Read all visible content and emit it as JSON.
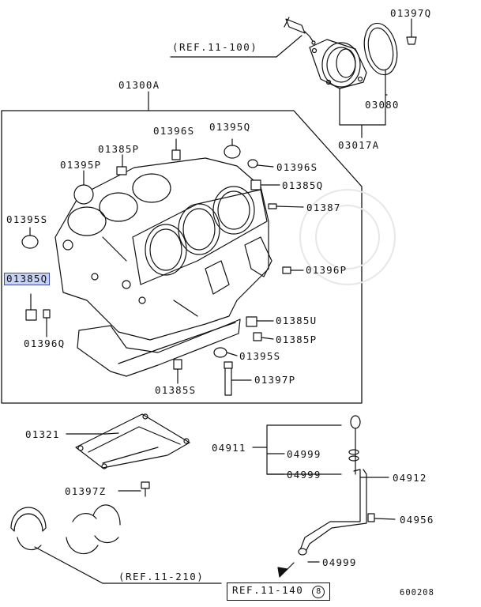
{
  "diagram": {
    "section_label": "01300A",
    "parts": {
      "p01397Q": "01397Q",
      "p03080": "03080",
      "p03017A": "03017A",
      "p01396S_top": "01396S",
      "p01395Q_top": "01395Q",
      "p01385P_top": "01385P",
      "p01395P": "01395P",
      "p01396S_right": "01396S",
      "p01385Q_right": "01385Q",
      "p01387": "01387",
      "p01395S_left": "01395S",
      "p01385Q_left": "01385Q",
      "p01396P": "01396P",
      "p01385U": "01385U",
      "p01396Q": "01396Q",
      "p01385P_right": "01385P",
      "p01395S_right": "01395S",
      "p01397P": "01397P",
      "p01385S": "01385S",
      "p01321": "01321",
      "p04911": "04911",
      "p04999_a": "04999",
      "p04999_b": "04999",
      "p04912": "04912",
      "p01397Z": "01397Z",
      "p04956": "04956",
      "p04999_c": "04999"
    },
    "references": {
      "ref_11_100": "(REF.11-100)",
      "ref_11_210": "(REF.11-210)",
      "ref_11_140": "REF.11-140",
      "ref_11_140_badge": "8"
    },
    "drawing_code": "600208",
    "highlight_color": "#c7d2f5"
  }
}
